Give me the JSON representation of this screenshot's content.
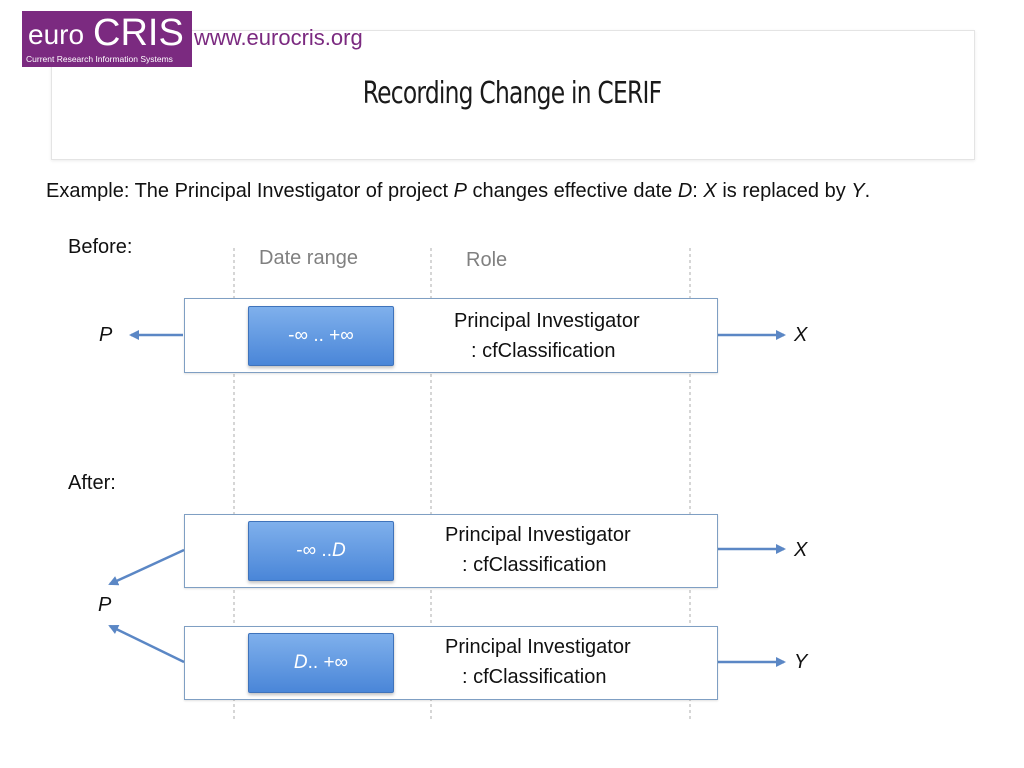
{
  "header": {
    "logo_euro": "euro",
    "logo_cris": "CRIS",
    "logo_tagline": "Current Research Information Systems",
    "url": "www.eurocris.org",
    "title": "Recording Change in CERIF"
  },
  "example": {
    "prefix": "Example: The Principal Investigator of project ",
    "p": "P",
    "mid1": " changes effective date ",
    "d": "D",
    "colon": ": ",
    "x": "X",
    "mid2": " is replaced by ",
    "y": "Y",
    "end": "."
  },
  "columns": {
    "date_range": "Date range",
    "role": "Role"
  },
  "before": {
    "label": "Before:",
    "row": {
      "source": "P",
      "date_range": "-∞ .. +∞",
      "role_line1": "Principal Investigator",
      "role_line2": ": cfClassification",
      "target": "X"
    }
  },
  "after": {
    "label": "After:",
    "source": "P",
    "rows": [
      {
        "date_start": "-∞ .. ",
        "date_end": "D",
        "role_line1": "Principal Investigator",
        "role_line2": ": cfClassification",
        "target": "X"
      },
      {
        "date_start": "D",
        "date_end": " .. +∞",
        "role_line1": "Principal Investigator",
        "role_line2": ": cfClassification",
        "target": "Y"
      }
    ]
  },
  "colors": {
    "brand_purple": "#7b2a80",
    "box_border": "#7f9fc3",
    "arrow": "#5b87c5",
    "pill": "#4a86d8"
  }
}
